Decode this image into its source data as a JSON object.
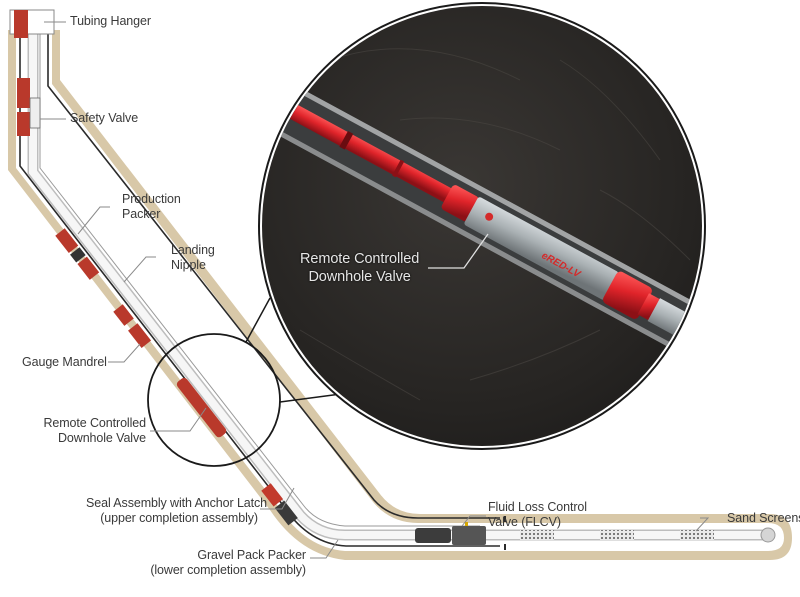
{
  "diagram": {
    "title": "Well completion schematic with remote controlled downhole valve",
    "colors": {
      "formation_sand": "#d8c8a8",
      "casing_line": "#2b2b2b",
      "tubing": "#f2f2f2",
      "tool_red": "#b9392b",
      "tool_red_bright": "#e0242a",
      "rock": "#2a2826",
      "leader_line": "#8a8a8a",
      "text": "#3a3a3a"
    },
    "labels": {
      "tubing_hanger": [
        "Tubing Hanger"
      ],
      "safety_valve": [
        "Safety Valve"
      ],
      "production_packer": [
        "Production",
        "Packer"
      ],
      "landing_nipple": [
        "Landing",
        "Nipple"
      ],
      "gauge_mandrel": [
        "Gauge Mandrel"
      ],
      "remote_valve": [
        "Remote Controlled",
        "Downhole Valve"
      ],
      "seal_assembly": [
        "Seal Assembly with Anchor Latch",
        "(upper completion assembly)"
      ],
      "gravel_pack_packer": [
        "Gravel Pack Packer",
        "(lower completion assembly)"
      ],
      "flcv": [
        "Fluid Loss Control",
        "Valve (FLCV)"
      ],
      "sand_screens": [
        "Sand Screens"
      ],
      "zoom_callout": [
        "Remote Controlled",
        "Downhole Valve"
      ]
    },
    "tool_brand_text": "eRED-LV",
    "icons": {
      "magnifier_small": "zoom-source-circle",
      "magnifier_large": "zoom-detail-circle"
    }
  }
}
